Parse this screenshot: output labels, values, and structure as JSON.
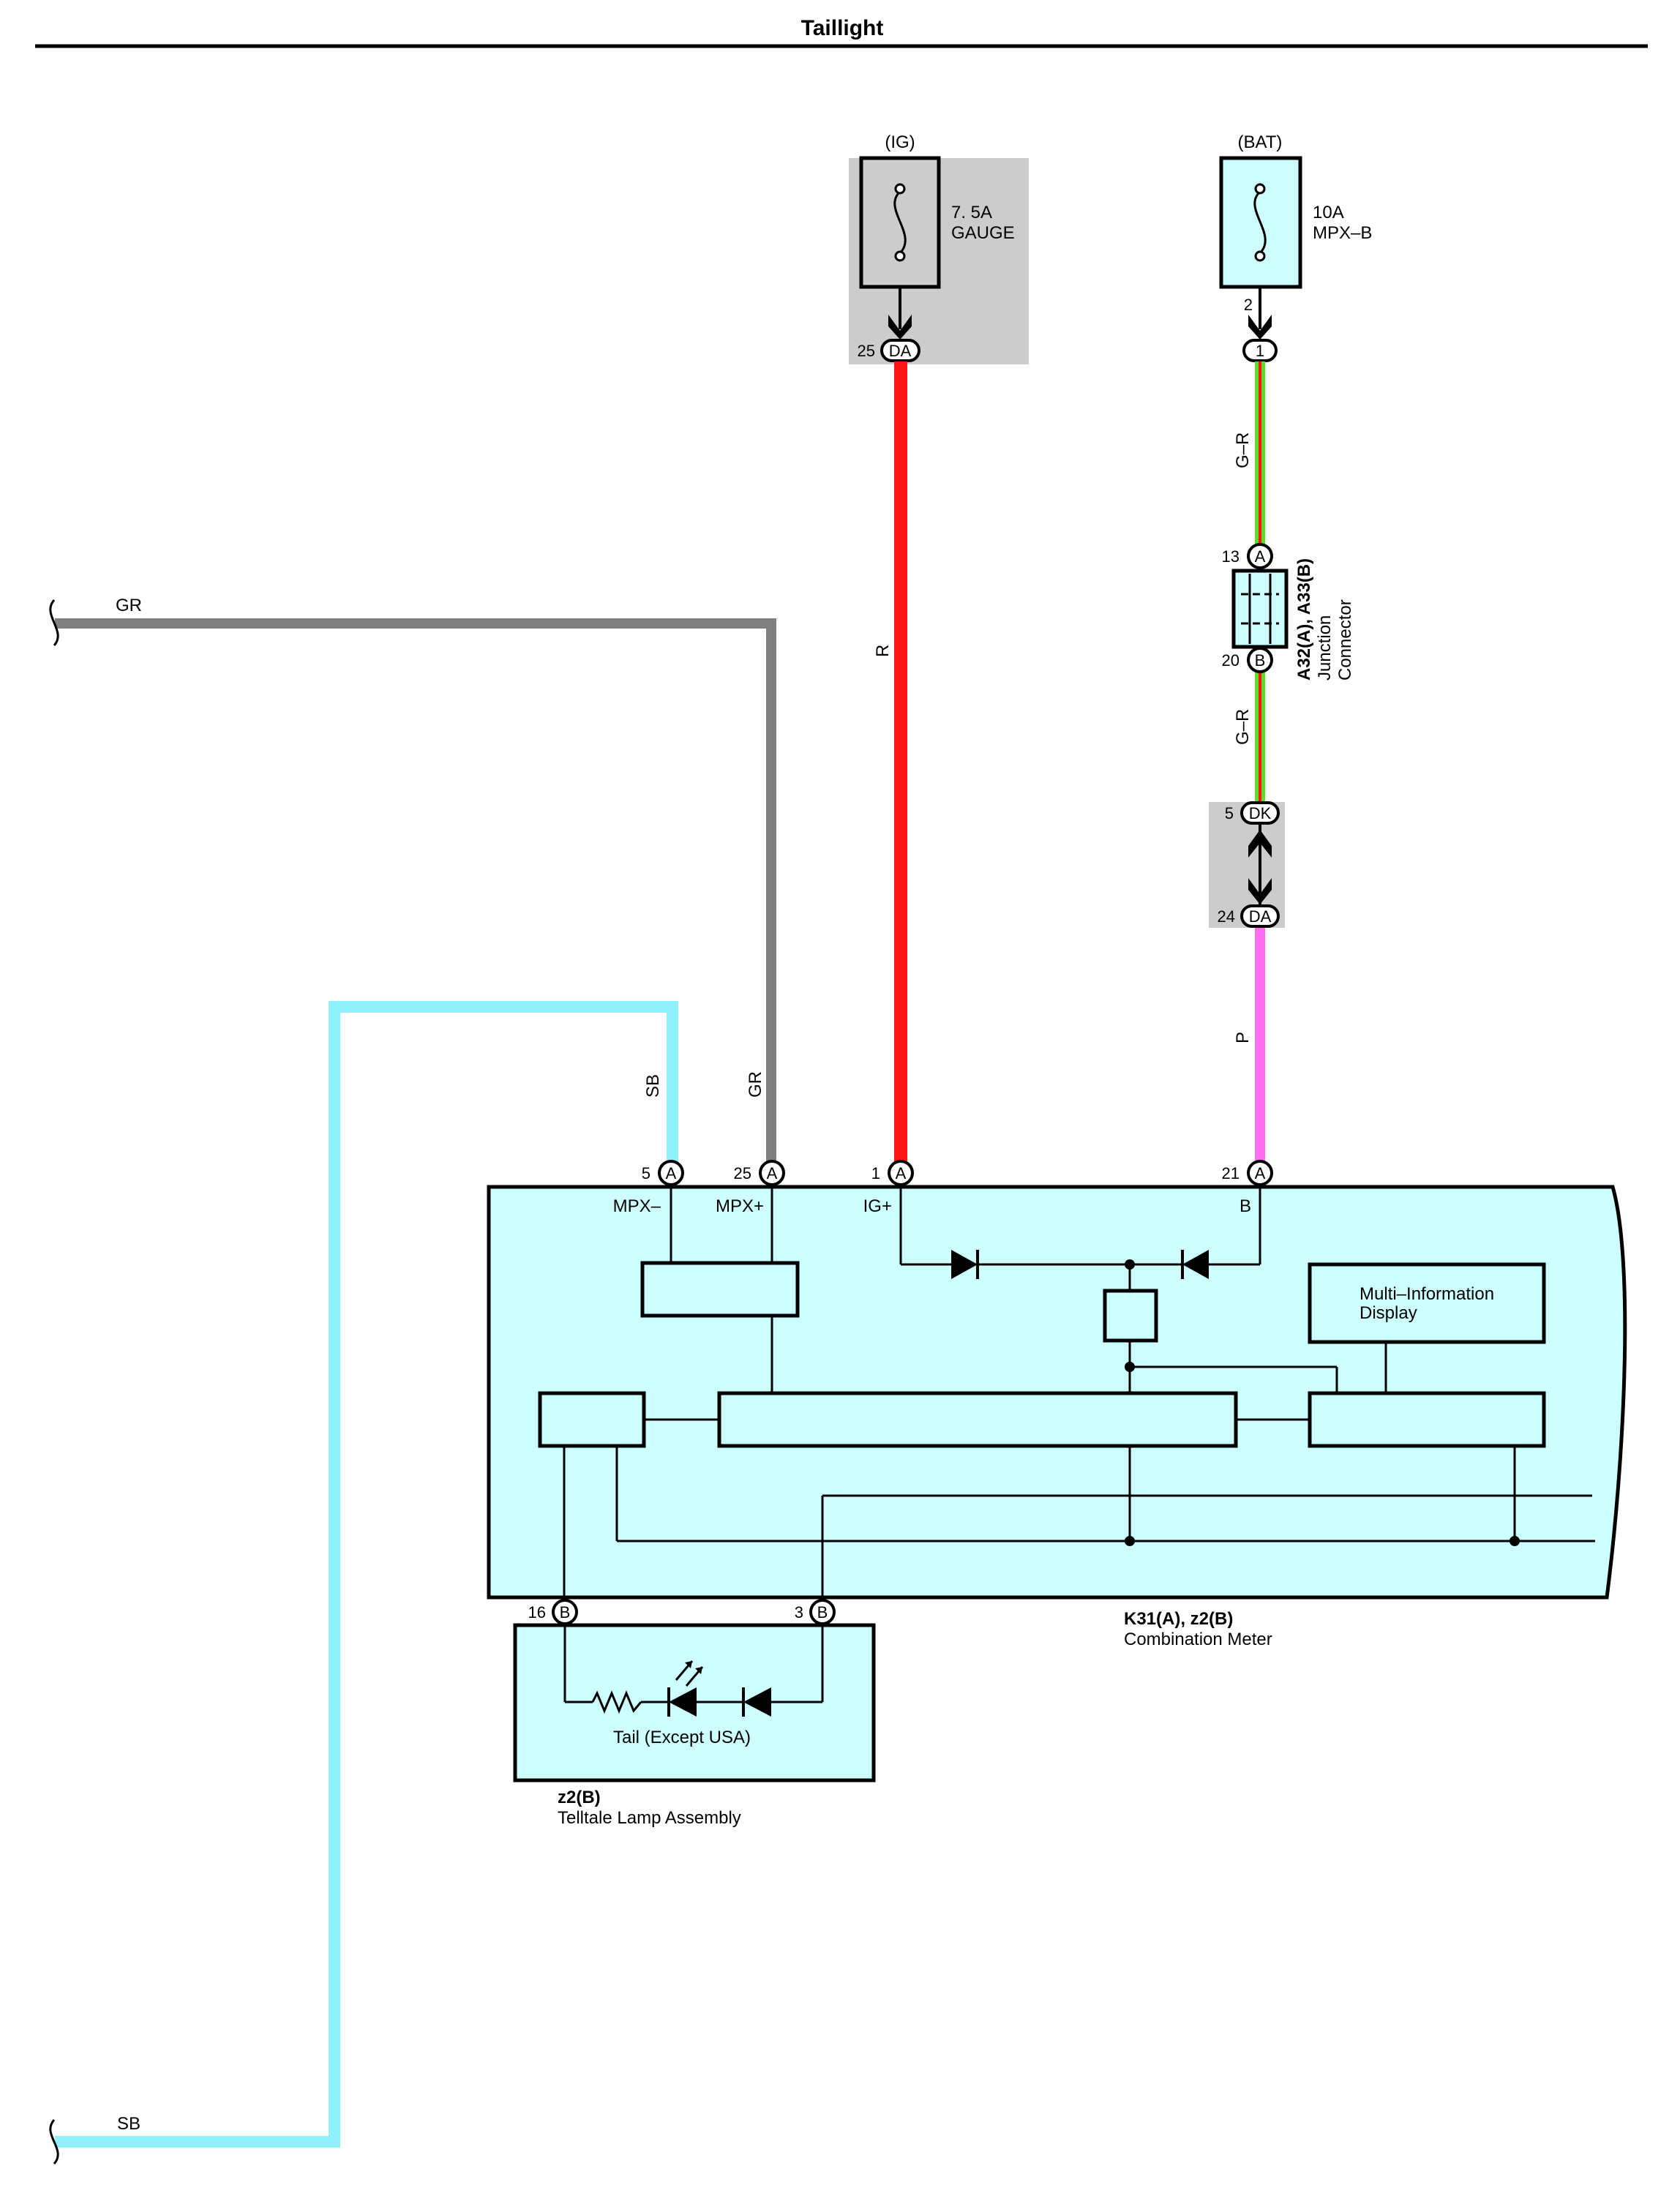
{
  "title": "Taillight",
  "fuses": [
    {
      "source": "(IG)",
      "rating": "7. 5A",
      "name": "GAUGE"
    },
    {
      "source": "(BAT)",
      "rating": "10A",
      "name": "MPX–B"
    }
  ],
  "fuse_pins": {
    "ig_pin": "25",
    "ig_conn": "DA",
    "bat_pin": "2",
    "bat_conn": "1"
  },
  "wires": {
    "gr_left": "GR",
    "sb_left": "SB",
    "sb_vertical": "SB",
    "gr_vertical": "GR",
    "r": "R",
    "gr_upper": "G–R",
    "gr_lower": "G–R",
    "p": "P"
  },
  "colors": {
    "wire_gr": "#808080",
    "wire_sb": "#8ff2fa",
    "wire_r": "#ff1414",
    "wire_g": "#5fdc2a",
    "wire_p": "#ff6ef0",
    "component_fill": "#ccfffe",
    "junction_block_fill": "#cccccc"
  },
  "junction_connector": {
    "pin_a": "13",
    "conn_a": "A",
    "pin_b": "20",
    "conn_b": "B",
    "code": "A32(A), A33(B)",
    "name_line1": "Junction",
    "name_line2": "Connector"
  },
  "junction_block": {
    "pin_top": "5",
    "conn_top": "DK",
    "pin_bottom": "24",
    "conn_bottom": "DA"
  },
  "meter": {
    "code": "K31(A), z2(B)",
    "name": "Combination Meter",
    "pins": [
      {
        "num": "5",
        "conn": "A",
        "label": "MPX–"
      },
      {
        "num": "25",
        "conn": "A",
        "label": "MPX+"
      },
      {
        "num": "1",
        "conn": "A",
        "label": "IG+"
      },
      {
        "num": "21",
        "conn": "A",
        "label": "B"
      }
    ],
    "bottom_pins": [
      {
        "num": "16",
        "conn": "B"
      },
      {
        "num": "3",
        "conn": "B"
      }
    ],
    "mid_display_line1": "Multi–Information",
    "mid_display_line2": "Display"
  },
  "telltale": {
    "code": "z2(B)",
    "name": "Telltale Lamp Assembly",
    "lamp_label": "Tail (Except USA)"
  }
}
